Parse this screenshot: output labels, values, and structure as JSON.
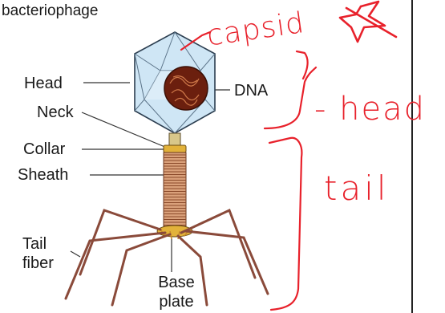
{
  "caption": "bacteriophage",
  "labels": {
    "head": "Head",
    "neck": "Neck",
    "collar": "Collar",
    "sheath": "Sheath",
    "dna": "DNA",
    "tail_fiber": "Tail fiber",
    "base_plate": "Base plate"
  },
  "annotations": {
    "capsid": "capsid",
    "head": "- head",
    "tail": "tail"
  },
  "colors": {
    "annotation_ink": "#e8212b",
    "capsid_fill": "#cfe6f5",
    "dna": "#7a2a14",
    "sheath": "#d9a07a",
    "collar": "#e2b23a",
    "tail_fiber": "#8a4a3a"
  }
}
